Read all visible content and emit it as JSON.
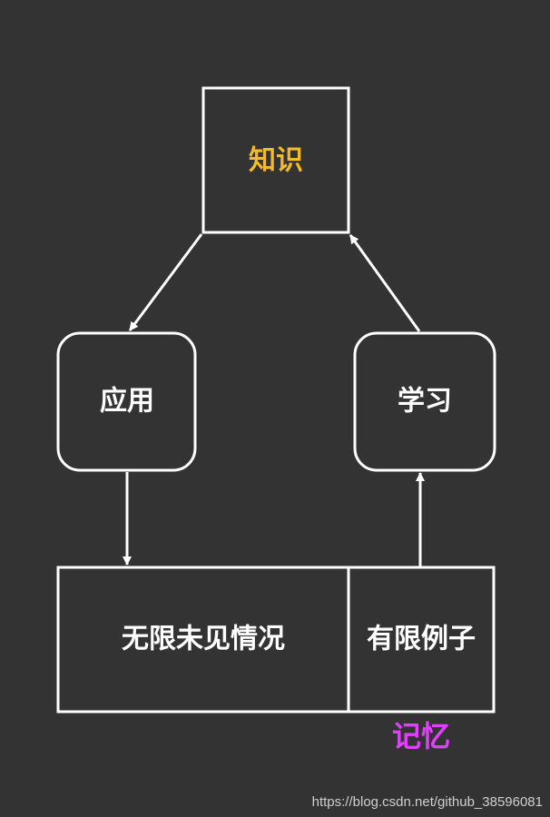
{
  "diagram": {
    "knowledge": "知识",
    "application": "应用",
    "learning": "学习",
    "unseen_cases": "无限未见情况",
    "finite_examples": "有限例子",
    "memory": "记忆"
  },
  "watermark": "https://blog.csdn.net/github_38596081",
  "colors": {
    "background": "#333333",
    "stroke": "#ffffff",
    "knowledge_text": "#f5b92c",
    "node_text": "#ffffff",
    "memory_text": "#e040fb"
  }
}
